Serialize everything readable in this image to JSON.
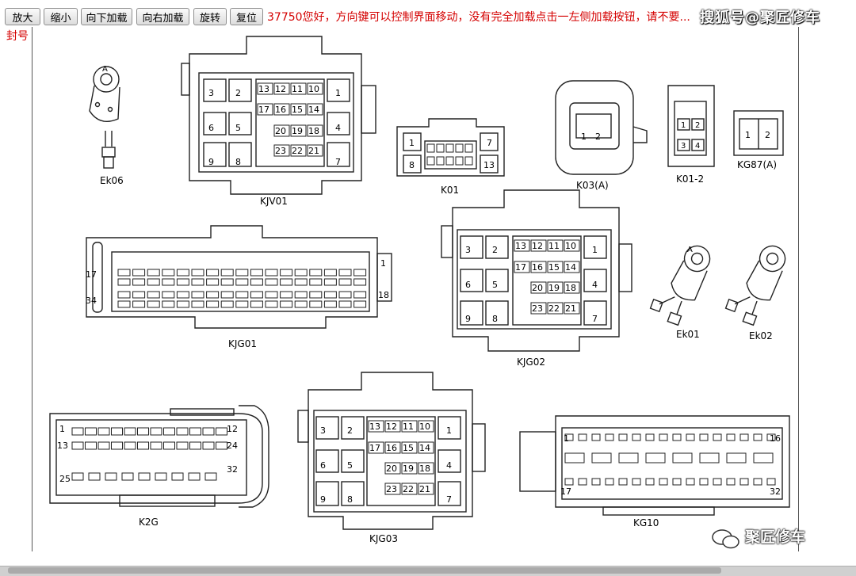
{
  "toolbar": {
    "zoom_in": "放大",
    "zoom_out": "缩小",
    "load_down": "向下加载",
    "load_right": "向右加载",
    "rotate": "旋转",
    "reset": "复位"
  },
  "notice": {
    "line1": "37750您好，方向键可以控制界面移动，没有完全加载点击一左侧加载按钮，请不要...",
    "line2": "封号"
  },
  "watermark_top": "搜狐号@聚匠修车",
  "watermark_bottom": "聚匠修车",
  "connectors": {
    "ek06": "Ek06",
    "kjv01": "KJV01",
    "k01": "K01",
    "k03a": "K03(A)",
    "k01_2": "K01-2",
    "kg87a": "KG87(A)",
    "kjg01": "KJG01",
    "kjg02": "KJG02",
    "ek01": "Ek01",
    "ek02": "Ek02",
    "k2g": "K2G",
    "kjg03": "KJG03",
    "kg10": "KG10"
  },
  "pins": {
    "kjv01": [
      "3",
      "2",
      "6",
      "5",
      "9",
      "8",
      "13",
      "12",
      "11",
      "10",
      "17",
      "16",
      "15",
      "14",
      "20",
      "19",
      "18",
      "23",
      "22",
      "21",
      "1",
      "4",
      "7"
    ],
    "k01": [
      "1",
      "8",
      "7",
      "13"
    ],
    "k03a": [
      "1",
      "2"
    ],
    "k01_2": [
      "1",
      "2",
      "3",
      "4"
    ],
    "kg87a": [
      "1",
      "2"
    ],
    "kjg01": [
      "17",
      "34",
      "1",
      "18"
    ],
    "k2g": [
      "1",
      "13",
      "25",
      "12",
      "24",
      "32"
    ],
    "kg10": [
      "1",
      "17",
      "16",
      "32"
    ],
    "ek_a": "A"
  }
}
